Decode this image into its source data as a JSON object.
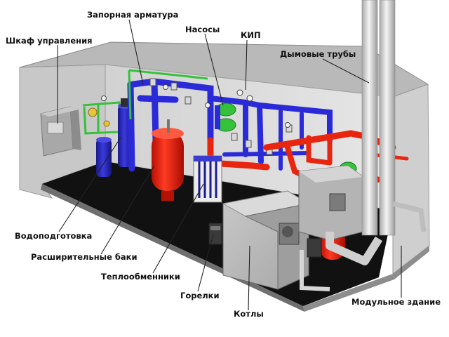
{
  "labels": {
    "shkaf": "Шкаф управления",
    "zapor": "Запорная арматура",
    "nasosy": "Насосы",
    "kip": "КИП",
    "dym": "Дымовые трубы",
    "vodo": "Водоподготовка",
    "rasshir": "Расширительные баки",
    "teplo": "Теплообменники",
    "gorelki": "Горелки",
    "kotly": "Котлы",
    "modul": "Модульное здание"
  },
  "colors": {
    "floor": "#111111",
    "wall": "#d6d6d6",
    "pipe_blue": "#2a2ad8",
    "pipe_red": "#e8250f",
    "pipe_green": "#35c23a",
    "tank_red": "#e3200f",
    "boiler": "#bdbdbd",
    "chimney": "#e4e4e4"
  }
}
